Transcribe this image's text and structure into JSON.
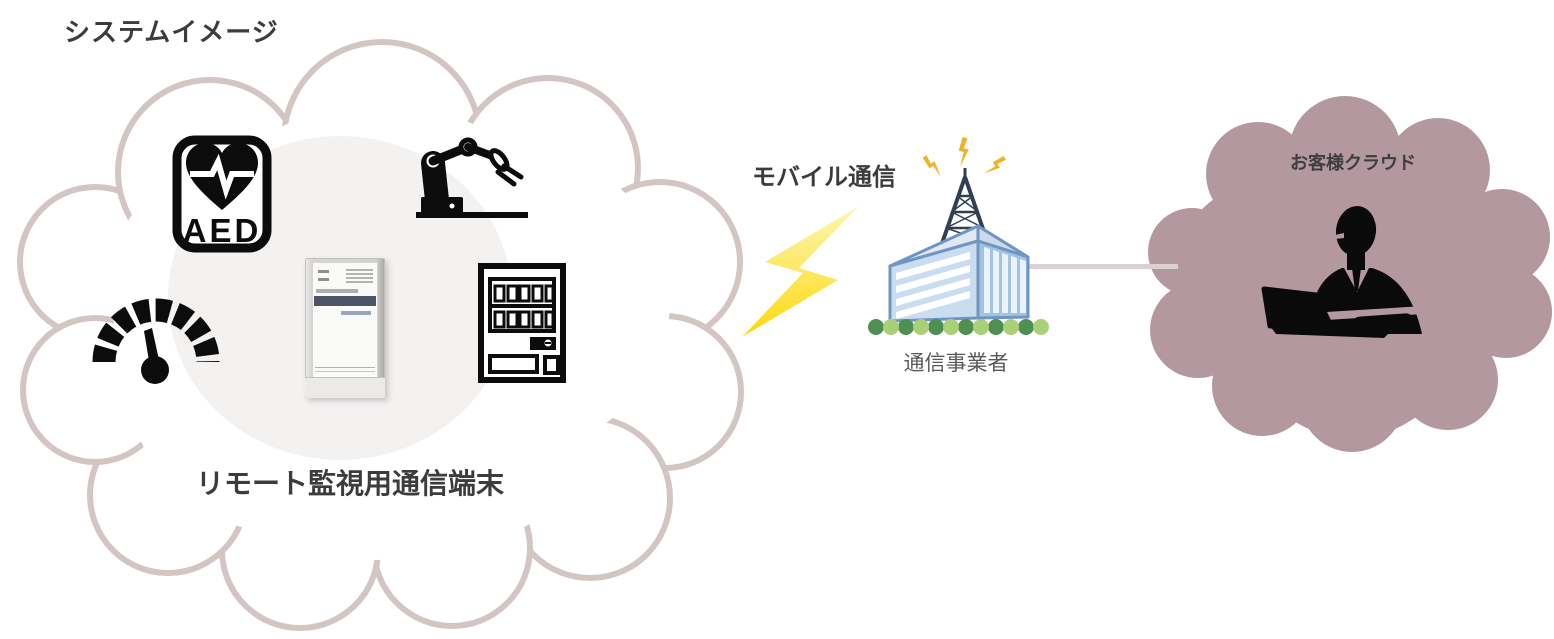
{
  "title": {
    "text": "システムイメージ",
    "color": "#3c3c3e"
  },
  "left_cloud": {
    "label": "リモート監視用通信端末",
    "fill": "#ffffff",
    "outline": "#d4c5c5",
    "halo": "#f4f2f1",
    "icon_color": "#0c0c0c",
    "aed_label": "AED",
    "icons": [
      "aed-icon",
      "robot-arm-icon",
      "gauge-icon",
      "terminal-device-photo",
      "vending-machine-icon"
    ]
  },
  "mobile_link": {
    "label": "モバイル通信",
    "bolt": {
      "top": "#fcf7b4",
      "bottom": "#ffd80e"
    }
  },
  "carrier": {
    "label": "通信事業者",
    "tower_color": "#323e52",
    "spark_color": "#efb32a",
    "building": {
      "frame": "#6f96c2",
      "face_light": "#cadcf0",
      "face_dark": "#a3c3e4",
      "roof_light": "#e1e8f1",
      "roof_dark": "#cbd9ea",
      "stripe": "#ffffff",
      "window": "#eaf3fc"
    },
    "bush_dark": "#4e8f52",
    "bush_light": "#a9d077"
  },
  "connector": {
    "color": "#dcd0d2"
  },
  "right_cloud": {
    "label": "お客様クラウド",
    "fill": "#b3989f",
    "person_color": "#0a0a0a"
  },
  "device": {
    "band_color": "#4e5468"
  }
}
